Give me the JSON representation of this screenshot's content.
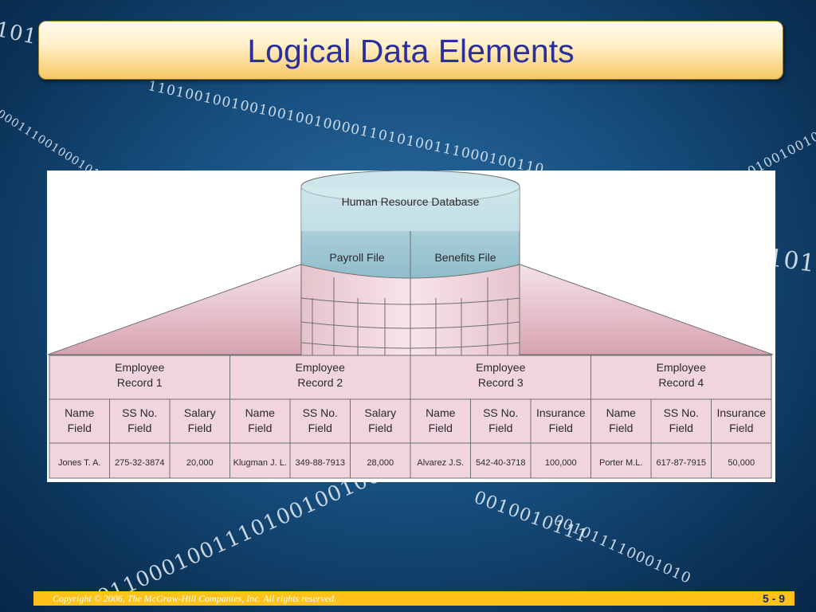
{
  "slide": {
    "title": "Logical Data Elements",
    "footer": "Copyright © 2006, The McGraw-Hill Companies, Inc. All rights reserved.",
    "slide_number": "5 - 9"
  },
  "background_binary": {
    "line1": "1010",
    "line2": "1101001001001001001000011010100111000100110",
    "line3": "000111001000101010",
    "line4": "0100100101",
    "line5": "101",
    "line6": "0010010111",
    "line7": "001011110001010",
    "line8": "01100010011101001001001"
  },
  "diagram": {
    "database_label": "Human Resource Database",
    "files": [
      "Payroll File",
      "Benefits File"
    ],
    "records": [
      {
        "label_line1": "Employee",
        "label_line2": "Record 1",
        "fields": [
          {
            "l1": "Name",
            "l2": "Field"
          },
          {
            "l1": "SS No.",
            "l2": "Field"
          },
          {
            "l1": "Salary",
            "l2": "Field"
          }
        ],
        "values": [
          "Jones T. A.",
          "275-32-3874",
          "20,000"
        ]
      },
      {
        "label_line1": "Employee",
        "label_line2": "Record 2",
        "fields": [
          {
            "l1": "Name",
            "l2": "Field"
          },
          {
            "l1": "SS No.",
            "l2": "Field"
          },
          {
            "l1": "Salary",
            "l2": "Field"
          }
        ],
        "values": [
          "Klugman J. L.",
          "349-88-7913",
          "28,000"
        ]
      },
      {
        "label_line1": "Employee",
        "label_line2": "Record 3",
        "fields": [
          {
            "l1": "Name",
            "l2": "Field"
          },
          {
            "l1": "SS No.",
            "l2": "Field"
          },
          {
            "l1": "Insurance",
            "l2": "Field"
          }
        ],
        "values": [
          "Alvarez J.S.",
          "542-40-3718",
          "100,000"
        ]
      },
      {
        "label_line1": "Employee",
        "label_line2": "Record 4",
        "fields": [
          {
            "l1": "Name",
            "l2": "Field"
          },
          {
            "l1": "SS No.",
            "l2": "Field"
          },
          {
            "l1": "Insurance",
            "l2": "Field"
          }
        ],
        "values": [
          "Porter M.L.",
          "617-87-7915",
          "50,000"
        ]
      }
    ]
  },
  "colors": {
    "title_text": "#2b2f9a",
    "cylinder_top": "#a9cfd9",
    "cylinder_body": "#efd3db",
    "table_fill": "#f0d5dc",
    "footer_bar": "#ffc21a"
  }
}
